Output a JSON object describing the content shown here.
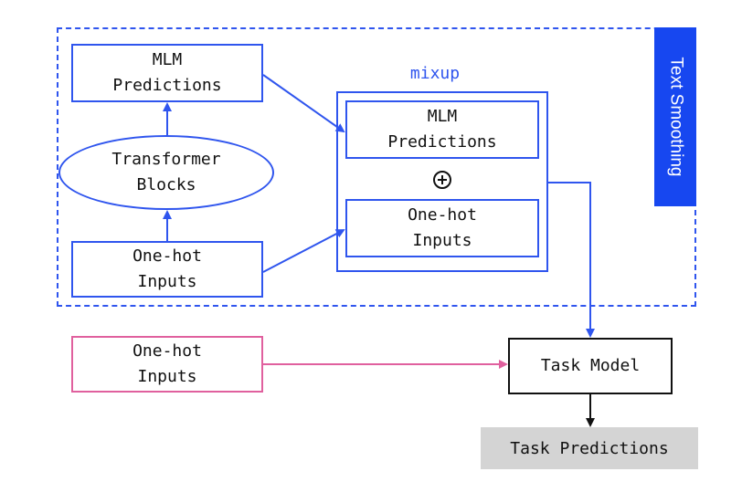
{
  "diagram": {
    "group_title": "Text Smoothing",
    "mixup_label": "mixup",
    "nodes": {
      "mlm_predictions_left": [
        "MLM",
        "Predictions"
      ],
      "transformer_blocks": [
        "Transformer",
        "Blocks"
      ],
      "onehot_inputs_left": [
        "One-hot",
        "Inputs"
      ],
      "mlm_predictions_mixup": [
        "MLM",
        "Predictions"
      ],
      "onehot_inputs_mixup": [
        "One-hot",
        "Inputs"
      ],
      "onehot_inputs_bottom": [
        "One-hot",
        "Inputs"
      ],
      "task_model": "Task Model",
      "task_predictions": "Task Predictions"
    },
    "operator": "plus-circle-icon",
    "colors": {
      "blue": "#2f55ee",
      "pink": "#e0609e",
      "black": "#111111",
      "tag_blue": "#1747f0",
      "gray": "#d4d4d4"
    }
  }
}
